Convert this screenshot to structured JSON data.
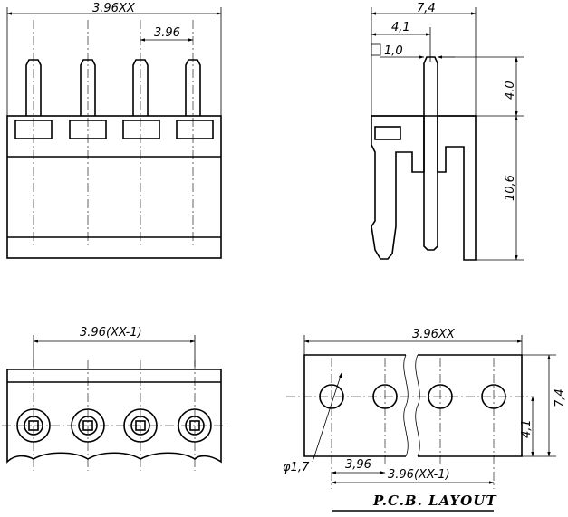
{
  "labels": {
    "front_pitch_total": "3.96XX",
    "front_pitch": "3.96",
    "side_width": "7,4",
    "side_pin_offset": "4,1",
    "side_pin_size": "1,0",
    "side_pin_height": "4.0",
    "side_body_height": "10,6",
    "bottom_span": "3.96(XX-1)",
    "pcb_total": "3.96XX",
    "pcb_hole_dia": "φ1,7",
    "pcb_pitch": "3,96",
    "pcb_span": "3.96(XX-1)",
    "pcb_height": "7,4",
    "pcb_hole_offset": "4,1",
    "pcb_title": "P.C.B.  LAYOUT"
  }
}
